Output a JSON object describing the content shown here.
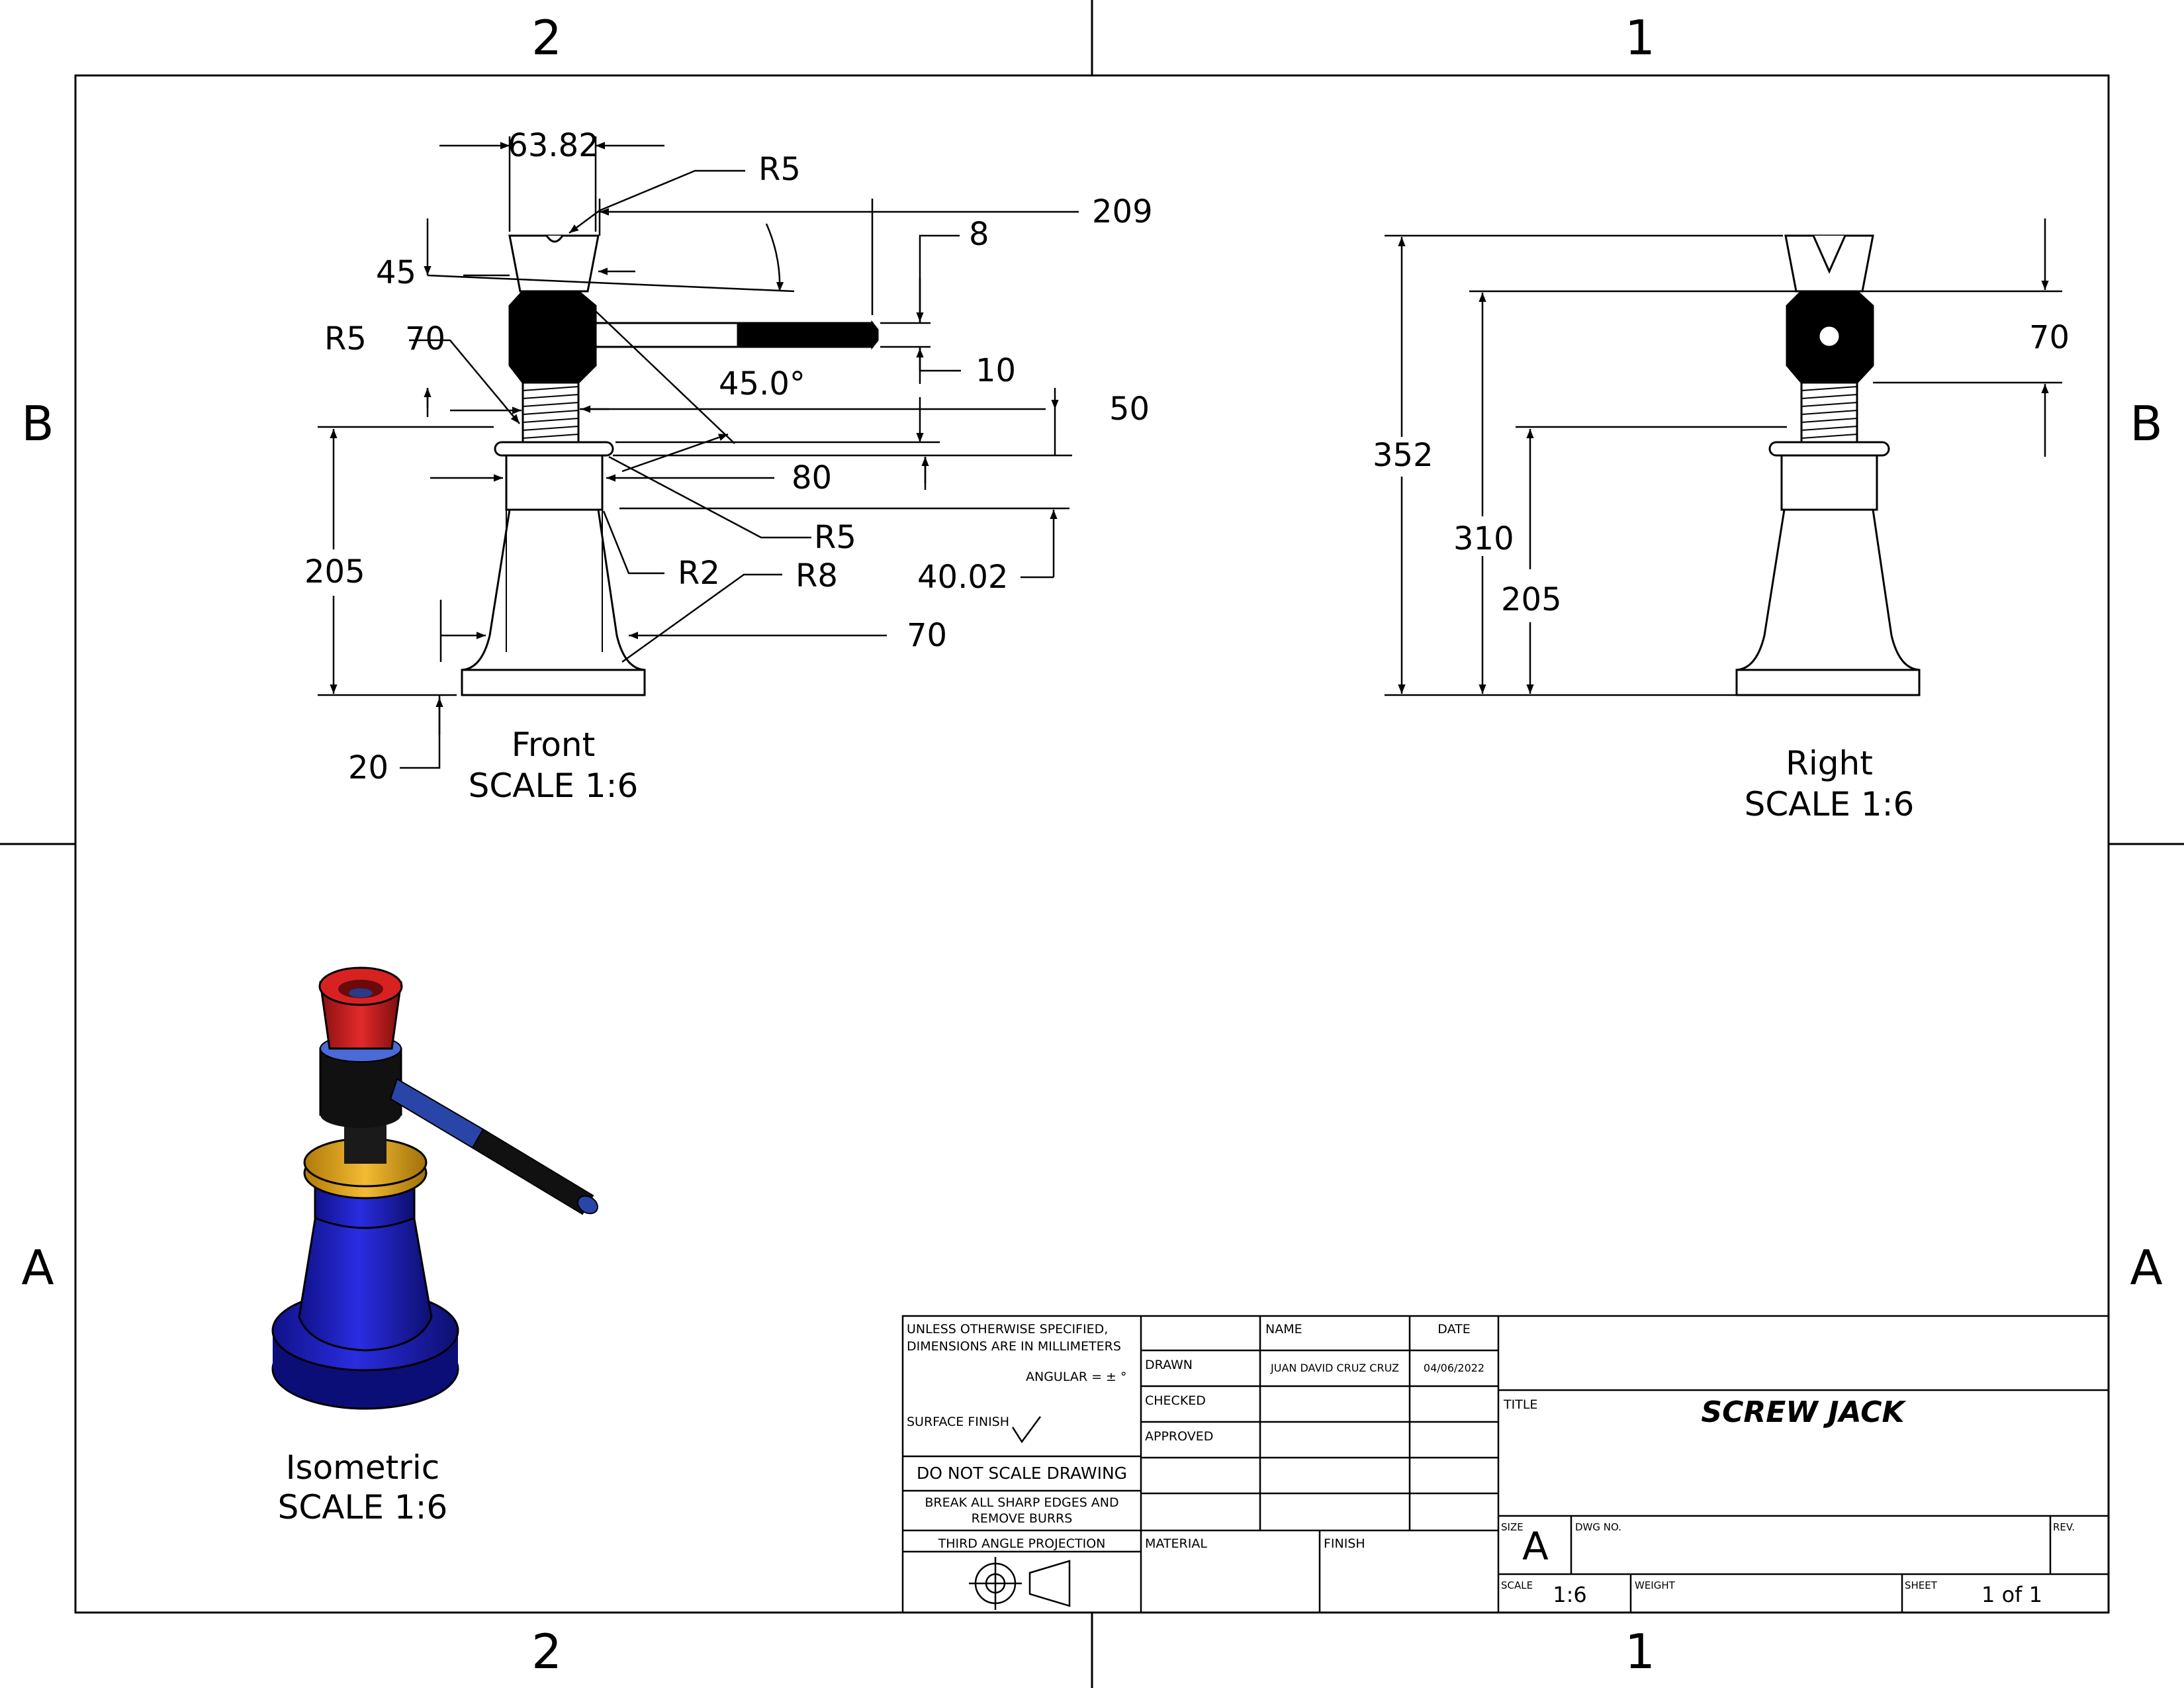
{
  "border": {
    "top_zones": [
      "2",
      "1"
    ],
    "bottom_zones": [
      "2",
      "1"
    ],
    "left_zones": [
      "B",
      "A"
    ],
    "right_zones": [
      "B",
      "A"
    ]
  },
  "views": {
    "front": {
      "name": "Front",
      "scale": "SCALE 1:6",
      "dims": {
        "d63_82": "63.82",
        "r5_top": "R5",
        "d209": "209",
        "d8": "8",
        "d45": "45",
        "r5_left": "R5",
        "d70_left": "70",
        "angle": "45.0°",
        "d10": "10",
        "d50": "50",
        "d80": "80",
        "r5_mid": "R5",
        "d205": "205",
        "r2": "R2",
        "r8": "R8",
        "d40_02": "40.02",
        "d70_bottom": "70",
        "d20": "20"
      }
    },
    "right": {
      "name": "Right",
      "scale": "SCALE 1:6",
      "dims": {
        "d352": "352",
        "d310": "310",
        "d205": "205",
        "d70": "70"
      }
    },
    "isometric": {
      "name": "Isometric",
      "scale": "SCALE 1:6"
    }
  },
  "title_block": {
    "unless_1": "UNLESS OTHERWISE SPECIFIED,",
    "unless_2": "DIMENSIONS ARE IN MILLIMETERS",
    "angular": "ANGULAR = ± °",
    "surface_finish": "SURFACE FINISH",
    "do_not_scale": "DO NOT SCALE DRAWING",
    "break_edges_1": "BREAK ALL SHARP EDGES AND",
    "break_edges_2": "REMOVE BURRS",
    "projection": "THIRD ANGLE PROJECTION",
    "name_header": "NAME",
    "date_header": "DATE",
    "drawn_label": "DRAWN",
    "drawn_name": "JUAN DAVID CRUZ CRUZ",
    "drawn_date": "04/06/2022",
    "checked_label": "CHECKED",
    "approved_label": "APPROVED",
    "material_label": "MATERIAL",
    "finish_label": "FINISH",
    "title_label": "TITLE",
    "title": "SCREW JACK",
    "size_label": "SIZE",
    "size": "A",
    "dwg_label": "DWG NO.",
    "rev_label": "REV.",
    "scale_label": "SCALE",
    "scale": "1:6",
    "weight_label": "WEIGHT",
    "sheet_label": "SHEET",
    "sheet": "1 of 1"
  },
  "colors": {
    "cup": "#cc1f1f",
    "body": "#1c1fbf",
    "collar": "#e0a21a",
    "nut": "#111111",
    "handle": "#2a45a8"
  }
}
